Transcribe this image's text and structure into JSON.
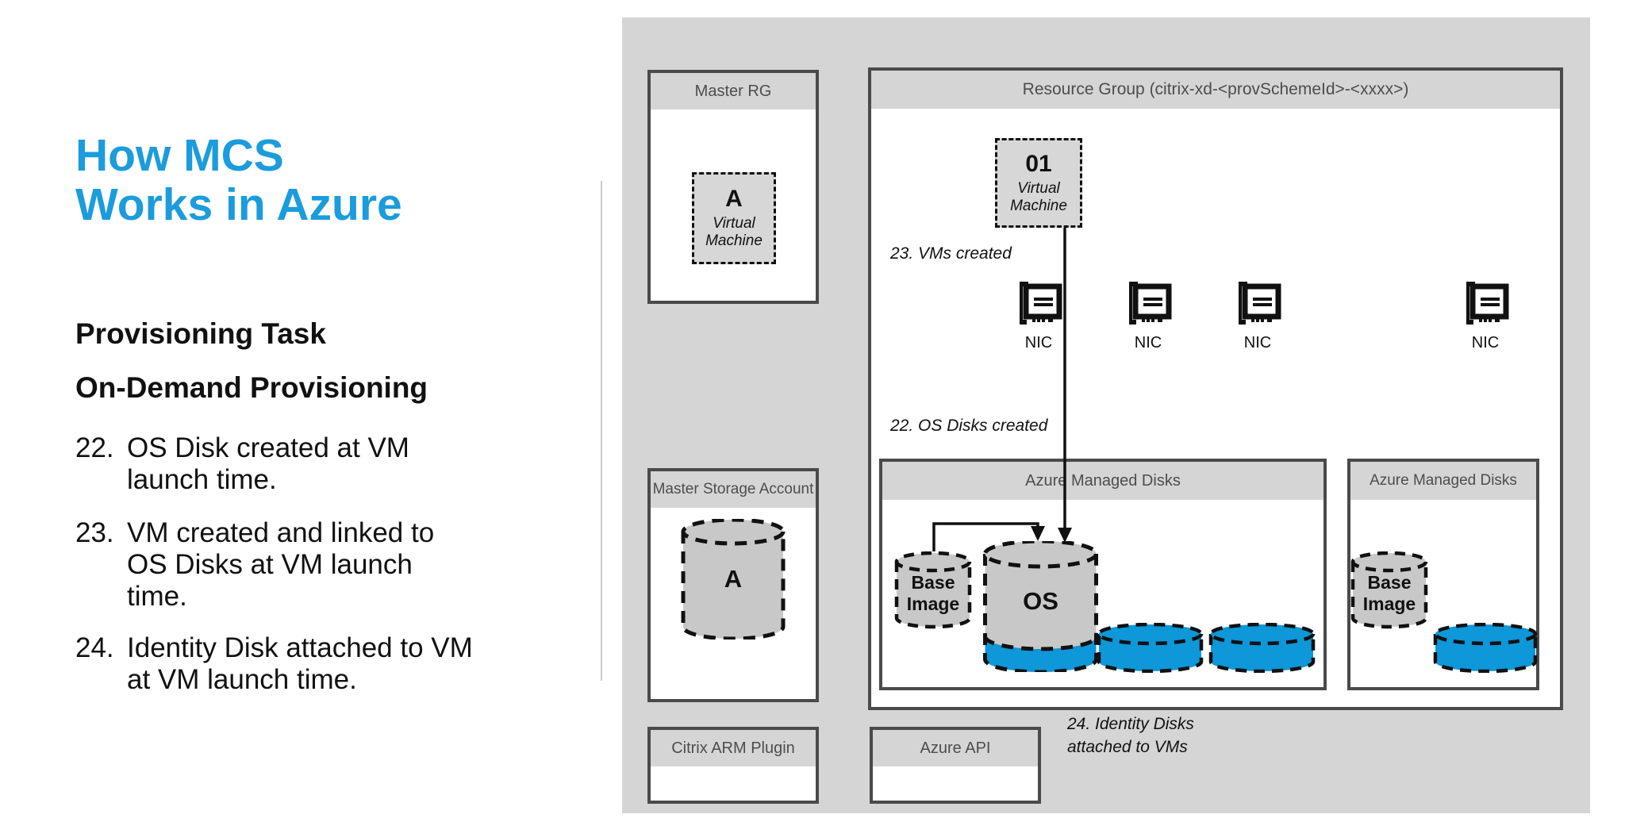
{
  "slide": {
    "title": "How MCS\nWorks in Azure",
    "subtitle1": "Provisioning Task",
    "subtitle2": "On-Demand Provisioning",
    "bullets": [
      {
        "num": "22.",
        "text": "OS Disk created at VM\nlaunch time."
      },
      {
        "num": "23.",
        "text": "VM created and linked to\nOS Disks at VM launch\ntime."
      },
      {
        "num": "24.",
        "text": "Identity Disk attached to VM\nat VM launch time."
      }
    ]
  },
  "diagram": {
    "master_rg": {
      "title": "Master RG",
      "vm_id": "A",
      "vm_label": "Virtual\nMachine"
    },
    "resource_group": {
      "title": "Resource Group (citrix-xd-<provSchemeId>-<xxxx>)",
      "vm_id": "01",
      "vm_label": "Virtual\nMachine",
      "annotation_vms_created": "23. VMs created",
      "annotation_os_disks_created": "22. OS Disks created",
      "nic_label": "NIC",
      "nic_count": 4,
      "managed_disks_1": {
        "title": "Azure Managed Disks",
        "base_image_label": "Base\nImage",
        "os_disk_label": "OS"
      },
      "managed_disks_2": {
        "title": "Azure Managed Disks",
        "base_image_label": "Base\nImage"
      }
    },
    "master_storage": {
      "title": "Master Storage Account",
      "disk_label": "A"
    },
    "citrix_arm": {
      "title": "Citrix ARM Plugin"
    },
    "azure_api": {
      "title": "Azure API"
    },
    "annotation_identity_disks": "24. Identity Disks\nattached to VMs",
    "colors": {
      "accent_blue": "#1b9cdc",
      "disk_blue": "#0e97d9",
      "panel_gray": "#d5d5d5",
      "cylinder_gray": "#c8c8c8",
      "box_border": "#4a4a4a"
    }
  }
}
